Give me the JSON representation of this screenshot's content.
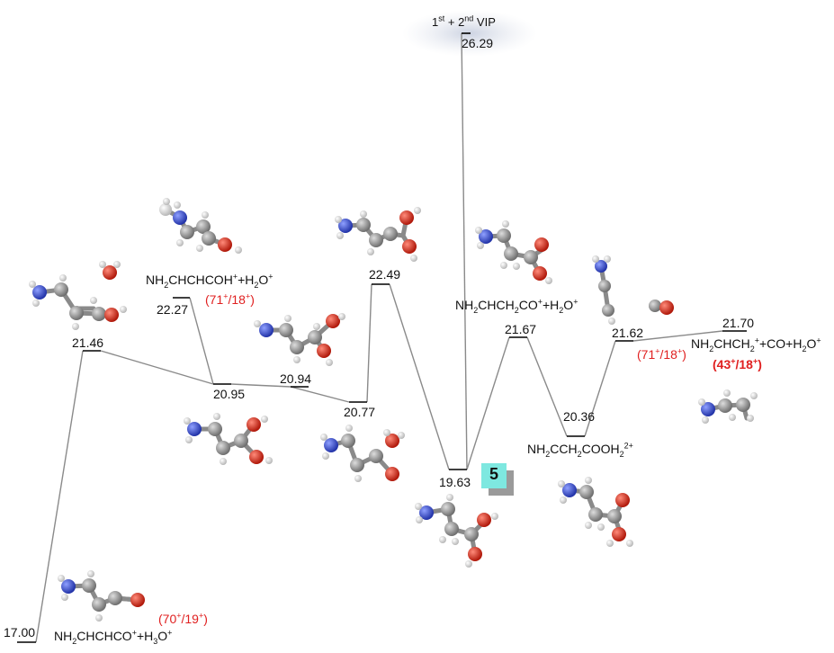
{
  "energies": {
    "e1700": "17.00",
    "e2146": "21.46",
    "e2227": "22.27",
    "e2095": "20.95",
    "e2094": "20.94",
    "e2077": "20.77",
    "e2249": "22.49",
    "e2629": "26.29",
    "e1963": "19.63",
    "e2167": "21.67",
    "e2036": "20.36",
    "e2162": "21.62",
    "e2170": "21.70"
  },
  "vip": {
    "one": "1",
    "one_sup": "st",
    "plus": " + 2",
    "two_sup": "nd",
    "tail": " VIP"
  },
  "species": {
    "nh2chchcoh": {
      "a": "NH",
      "a_sub": "2",
      "b": "CHCHCOH",
      "b_sup": "+",
      "c": "+H",
      "c_sub": "2",
      "d": "O",
      "d_sup": "+"
    },
    "nh2chch2co": {
      "a": "NH",
      "a_sub": "2",
      "b": "CHCH",
      "b_sub": "2",
      "c": "CO",
      "c_sup": "+",
      "d": "+H",
      "d_sub": "2",
      "e": "O",
      "e_sup": "+"
    },
    "nh2chch2": {
      "a": "NH",
      "a_sub": "2",
      "b": "CHCH",
      "b_sub": "2",
      "b_sup": "+",
      "c": "+CO+H",
      "c_sub": "2",
      "d": "O",
      "d_sup": "+"
    },
    "nh2cch2cooh2": {
      "a": "NH",
      "a_sub": "2",
      "b": "CCH",
      "b_sub": "2",
      "c": "COOH",
      "c_sub": "2",
      "c_sup": "2+"
    },
    "nh2chchco": {
      "a": "NH",
      "a_sub": "2",
      "b": "CHCHCO",
      "b_sup": "+",
      "c": "+H",
      "c_sub": "3",
      "d": "O",
      "d_sup": "+"
    }
  },
  "ratios": {
    "r71_18_a": {
      "open": "(71",
      "s1": "+",
      "mid": "/18",
      "s2": "+",
      "close": ")"
    },
    "r71_18_b": {
      "open": "(71",
      "s1": "+",
      "mid": "/18",
      "s2": "+",
      "close": ")"
    },
    "r43_18": {
      "open": "(43",
      "s1": "+",
      "mid": "/18",
      "s2": "+",
      "close": ")"
    },
    "r70_19": {
      "open": "(70",
      "s1": "+",
      "mid": "/19",
      "s2": "+",
      "close": ")"
    }
  },
  "marker": {
    "label": "5"
  },
  "colors": {
    "line": "#888888",
    "level": "#000000",
    "red": "#e02020",
    "badge": "#7ee8e0",
    "carbon": "#9a9a9a",
    "nitrogen": "#3a4fd0",
    "oxygen": "#e02a1a",
    "hydrogen": "#f2f2f2"
  }
}
